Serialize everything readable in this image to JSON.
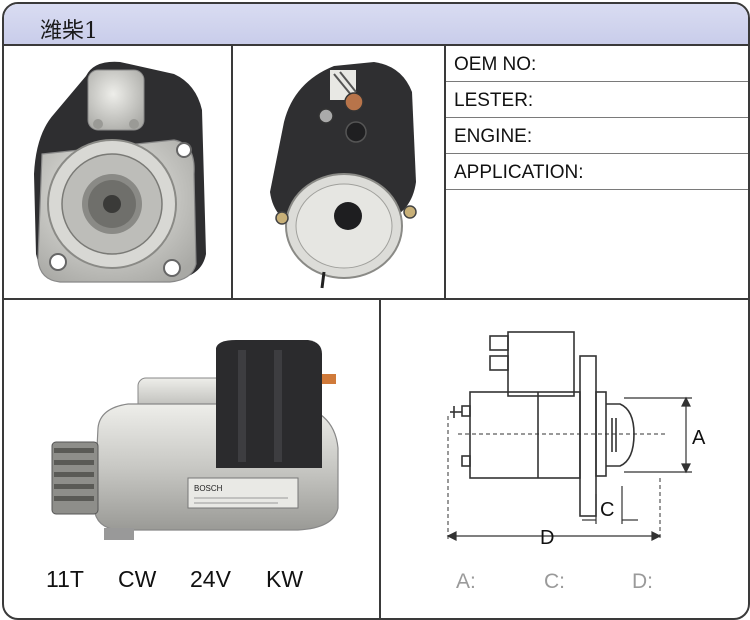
{
  "header": {
    "title": "潍柴1"
  },
  "spec_table": {
    "rows": [
      {
        "label": "OEM NO:",
        "value": ""
      },
      {
        "label": "LESTER:",
        "value": ""
      },
      {
        "label": "ENGINE:",
        "value": ""
      },
      {
        "label": "APPLICATION:",
        "value": ""
      }
    ]
  },
  "product": {
    "teeth": "11T",
    "rotation": "CW",
    "voltage": "24V",
    "power": "KW",
    "label_brand": "BOSCH"
  },
  "dimensions": {
    "diagram_labels": {
      "a": "A",
      "c": "C",
      "d": "D"
    },
    "fields": [
      {
        "label": "A:",
        "value": ""
      },
      {
        "label": "C:",
        "value": ""
      },
      {
        "label": "D:",
        "value": ""
      }
    ]
  },
  "colors": {
    "header_bg": "#cdd1ec",
    "border": "#3a3a3a",
    "metal": "#c8c8c4",
    "dark_housing": "#2c2c2e",
    "dim_label": "#9a9a9a"
  }
}
